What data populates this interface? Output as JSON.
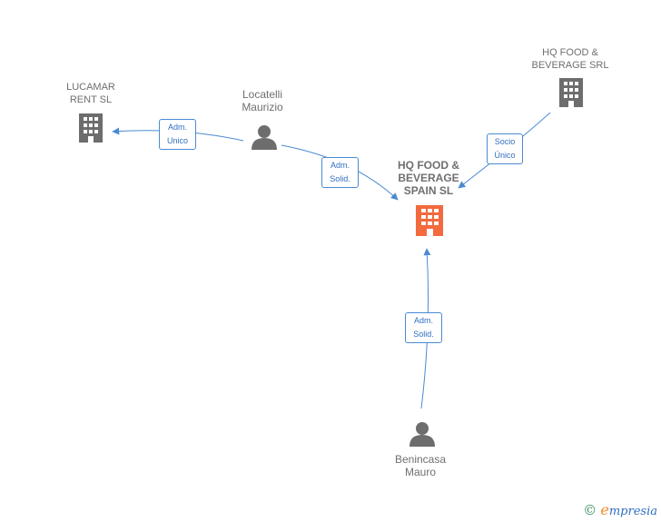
{
  "nodes": {
    "lucamar": "LUCAMAR\nRENT SL",
    "hq_srl": "HQ FOOD &\nBEVERAGE SRL",
    "hq_spain": "HQ FOOD &\nBEVERAGE\nSPAIN  SL",
    "locatelli": "Locatelli\nMaurizio",
    "benincasa": "Benincasa\nMauro"
  },
  "edges": {
    "adm_unico": "Adm.\nUnico",
    "adm_solid_1": "Adm.\nSolid.",
    "socio_unico": "Socio\nÚnico",
    "adm_solid_2": "Adm.\nSolid."
  },
  "brand": {
    "copyright": "©",
    "e": "e",
    "rest": "mpresia"
  },
  "colors": {
    "edge": "#4a8ad4",
    "company_icon": "#6d6d6d",
    "main_company_icon": "#f26a3d",
    "person_icon": "#6d6d6d"
  }
}
